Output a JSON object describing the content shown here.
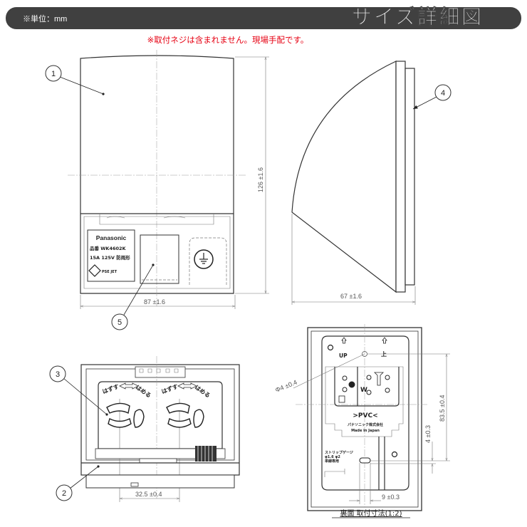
{
  "header": {
    "unit_label": "※単位：mm",
    "title": "サイズ詳細図",
    "bar_color": "#404040"
  },
  "note": {
    "text": "※取付ネジは含まれません。現場手配です。",
    "color": "#e60012"
  },
  "front_view": {
    "label": {
      "brand": "Panasonic",
      "model": "品番 WK4602K",
      "rating": "15A 125V 防雨形",
      "mark": "PSE JET"
    },
    "width_dim": "87 ±1.6",
    "height_dim": "126 ±1.6"
  },
  "side_view": {
    "depth_dim": "67 ±1.6"
  },
  "bottom_view": {
    "remove_label": "はずす",
    "attach_label": "はめる",
    "pitch_dim": "32.5 ±0.4"
  },
  "back_view": {
    "up_label": "UP",
    "up_jp_label": "上",
    "pvc_label": ">PVC<",
    "maker_label": "パナソニック株式会社",
    "made_label": "Made in Japan",
    "strip_label": "ストリップゲージ",
    "wire_label_1": "φ1.6 φ2",
    "wire_label_2": "単線専用",
    "w_label": "W",
    "hole_dim": "Φ4 ±0.4",
    "pitch_dim": "83.5 ±0.4",
    "offset_dim": "4 ±0.3",
    "width_dim": "9 ±0.3",
    "caption": "裏面 取付寸法(1:2)"
  },
  "callouts": [
    "1",
    "2",
    "3",
    "4",
    "5"
  ]
}
